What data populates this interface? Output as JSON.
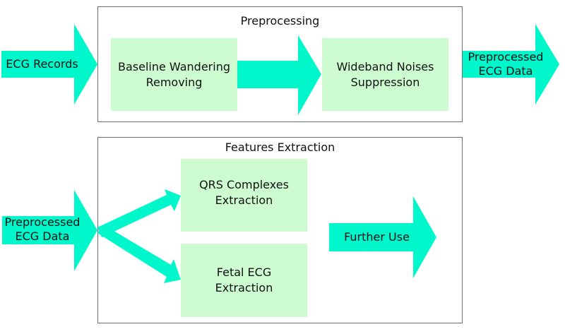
{
  "colors": {
    "arrow_fill": "#00f7cc",
    "process_box_fill": "#ccfcd0",
    "stage_border": "#6e6e6e",
    "text": "#111111"
  },
  "preprocessing": {
    "title": "Preprocessing",
    "input_label": "ECG Records",
    "steps": [
      {
        "label": "Baseline Wandering\nRemoving"
      },
      {
        "label": "Wideband Noises\nSuppression"
      }
    ],
    "output_label": "Preprocessed\nECG Data"
  },
  "features_extraction": {
    "title": "Features Extraction",
    "input_label": "Preprocessed\nECG Data",
    "steps": [
      {
        "label": "QRS Complexes\nExtraction"
      },
      {
        "label": "Fetal ECG\nExtraction"
      }
    ],
    "output_label": "Further Use"
  }
}
